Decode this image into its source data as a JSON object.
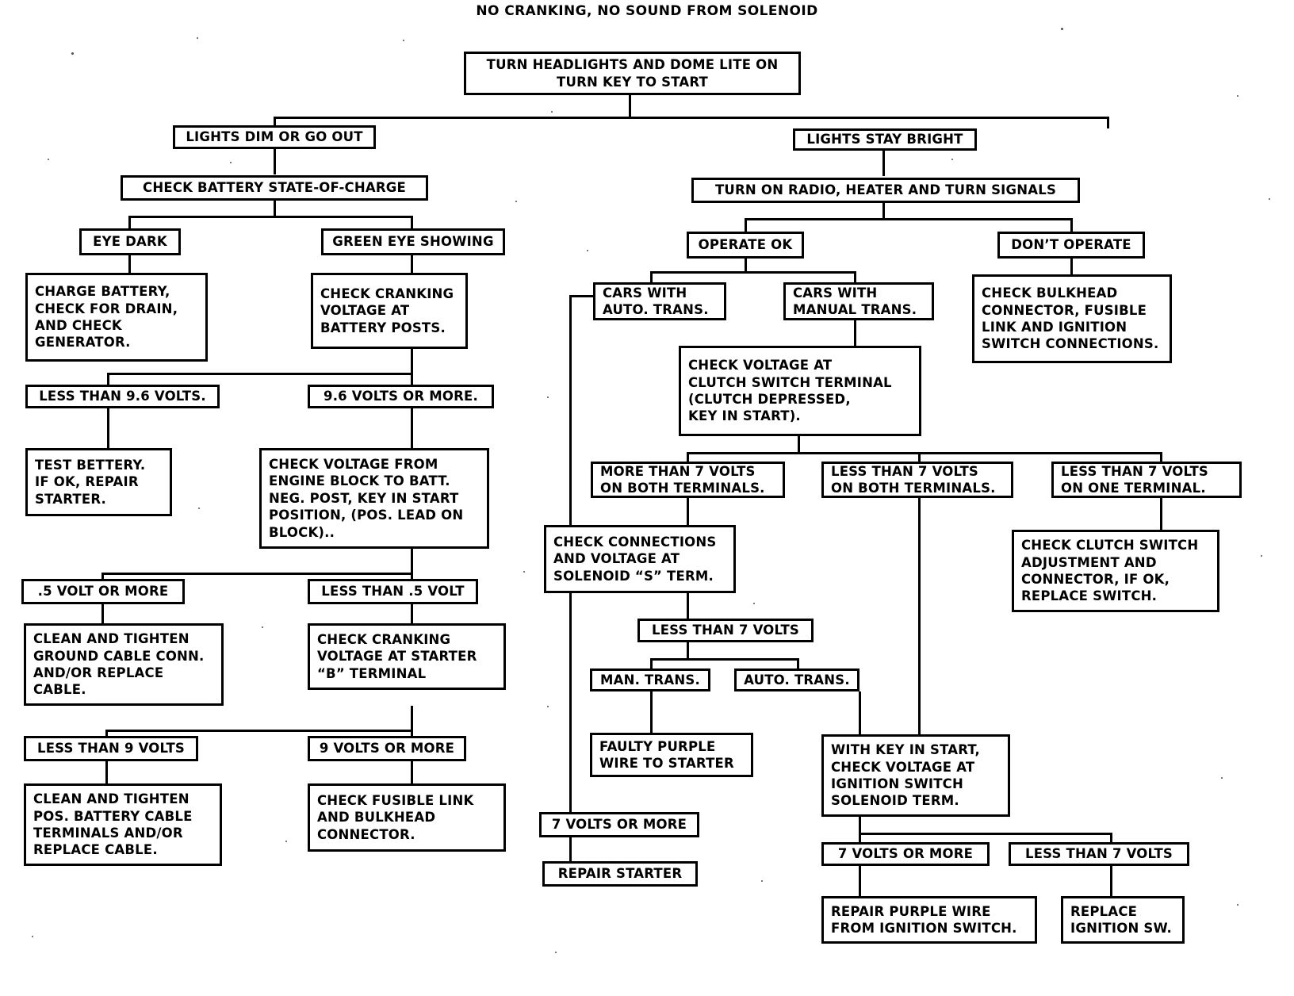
{
  "title": "NO CRANKING, NO SOUND FROM SOLENOID",
  "chart_data": {
    "type": "diagram",
    "diagram_kind": "troubleshooting-flowchart",
    "title": "NO CRANKING, NO SOUND FROM SOLENOID",
    "orientation": "top-down",
    "node_count": 37
  },
  "nodes": {
    "start": "TURN HEADLIGHTS AND DOME LITE ON\nTURN KEY TO START",
    "lights_dim": "LIGHTS DIM OR GO OUT",
    "check_battery_soc": "CHECK BATTERY STATE-OF-CHARGE",
    "eye_dark": "EYE DARK",
    "green_eye": "GREEN EYE SHOWING",
    "charge_battery": "CHARGE BATTERY,\nCHECK FOR DRAIN,\nAND CHECK\nGENERATOR.",
    "check_cranking_posts": "CHECK CRANKING\nVOLTAGE AT\nBATTERY POSTS.",
    "less_96": "LESS THAN 9.6 VOLTS.",
    "more_96": "9.6 VOLTS OR MORE.",
    "test_bettery": "TEST BETTERY.\nIF OK, REPAIR\nSTARTER.",
    "check_voltage_block": "CHECK VOLTAGE FROM\nENGINE BLOCK TO BATT.\nNEG. POST, KEY IN START\nPOSITION, (POS. LEAD ON\nBLOCK)..",
    "half_volt_more": ".5 VOLT OR MORE",
    "less_half_volt": "LESS THAN .5 VOLT",
    "clean_ground": "CLEAN AND TIGHTEN\nGROUND CABLE CONN.\nAND/OR REPLACE\nCABLE.",
    "check_cranking_b": "CHECK CRANKING\nVOLTAGE AT STARTER\n“B” TERMINAL",
    "less_9": "LESS THAN 9 VOLTS",
    "more_9": "9 VOLTS OR MORE",
    "clean_pos": "CLEAN AND TIGHTEN\nPOS. BATTERY CABLE\nTERMINALS AND/OR\nREPLACE CABLE.",
    "check_fusible": "CHECK FUSIBLE LINK\nAND BULKHEAD\nCONNECTOR.",
    "lights_bright": "LIGHTS STAY BRIGHT",
    "turn_on_radio": "TURN ON RADIO, HEATER AND TURN SIGNALS",
    "operate_ok": "OPERATE OK",
    "dont_operate": "DON’T OPERATE",
    "check_bulkhead": "CHECK BULKHEAD\nCONNECTOR, FUSIBLE\nLINK AND IGNITION\nSWITCH CONNECTIONS.",
    "cars_auto": "CARS WITH\nAUTO. TRANS.",
    "cars_manual": "CARS WITH\nMANUAL TRANS.",
    "check_clutch_terminal": "CHECK VOLTAGE AT\nCLUTCH SWITCH TERMINAL\n(CLUTCH DEPRESSED,\nKEY IN START).",
    "more7_both": "MORE THAN 7 VOLTS\nON BOTH TERMINALS.",
    "less7_both": "LESS THAN 7 VOLTS\nON BOTH TERMINALS.",
    "less7_one": "LESS THAN 7 VOLTS\nON ONE TERMINAL.",
    "check_clutch_adj": "CHECK CLUTCH SWITCH\nADJUSTMENT AND\nCONNECTOR, IF OK,\nREPLACE SWITCH.",
    "check_connections_s": "CHECK CONNECTIONS\nAND VOLTAGE AT\nSOLENOID “S” TERM.",
    "less7_volts": "LESS THAN 7 VOLTS",
    "man_trans": "MAN. TRANS.",
    "auto_trans": "AUTO. TRANS.",
    "faulty_purple": "FAULTY PURPLE\nWIRE TO STARTER",
    "seven_or_more_left": "7 VOLTS OR MORE",
    "repair_starter": "REPAIR STARTER",
    "with_key_in_start": "WITH KEY IN START,\nCHECK VOLTAGE AT\nIGNITION SWITCH\nSOLENOID TERM.",
    "seven_or_more_right": "7 VOLTS OR MORE",
    "less7_right": "LESS THAN 7 VOLTS",
    "repair_purple": "REPAIR PURPLE WIRE\nFROM IGNITION SWITCH.",
    "replace_ign": "REPLACE\nIGNITION SW."
  },
  "colors": {
    "ink": "#000000",
    "paper": "#ffffff"
  }
}
